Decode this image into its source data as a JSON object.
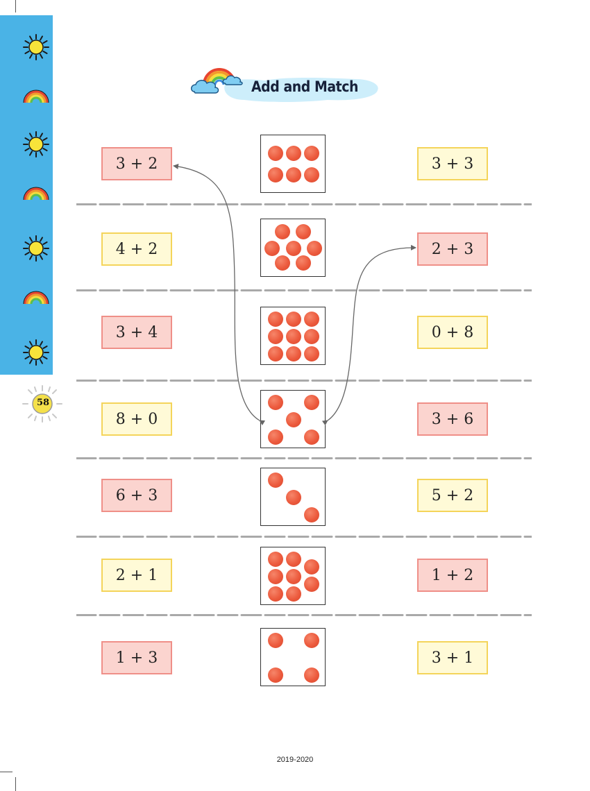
{
  "page": {
    "number": "58",
    "title": "Add and Match",
    "footer": "2019-2020"
  },
  "sidebar": {
    "icons": [
      "sun-icon",
      "rainbow-icon",
      "sun-icon",
      "rainbow-icon",
      "sun-icon",
      "rainbow-icon",
      "sun-icon"
    ]
  },
  "colors": {
    "sidebar": "#4ab3e6",
    "red_box": "#fbd4cf",
    "yellow_box": "#fffad7",
    "dot": "#ec5a3d"
  },
  "rows": [
    {
      "left": "3 + 2",
      "left_color": "red",
      "dots": 6,
      "right": "3 + 3",
      "right_color": "yellow"
    },
    {
      "left": "4 + 2",
      "left_color": "yellow",
      "dots": 7,
      "right": "2 + 3",
      "right_color": "red"
    },
    {
      "left": "3 + 4",
      "left_color": "red",
      "dots": 9,
      "right": "0 + 8",
      "right_color": "yellow"
    },
    {
      "left": "8 + 0",
      "left_color": "yellow",
      "dots": 5,
      "right": "3 + 6",
      "right_color": "red"
    },
    {
      "left": "6 + 3",
      "left_color": "red",
      "dots": 3,
      "right": "5 + 2",
      "right_color": "yellow"
    },
    {
      "left": "2 + 1",
      "left_color": "yellow",
      "dots": 8,
      "right": "1 + 2",
      "right_color": "red"
    },
    {
      "left": "1 + 3",
      "left_color": "red",
      "dots": 4,
      "right": "3 + 1",
      "right_color": "yellow"
    }
  ],
  "matches": [
    {
      "from_row": 3,
      "from_side": "center",
      "to_row": 0,
      "to_side": "left"
    },
    {
      "from_row": 3,
      "from_side": "center",
      "to_row": 1,
      "to_side": "right"
    }
  ]
}
